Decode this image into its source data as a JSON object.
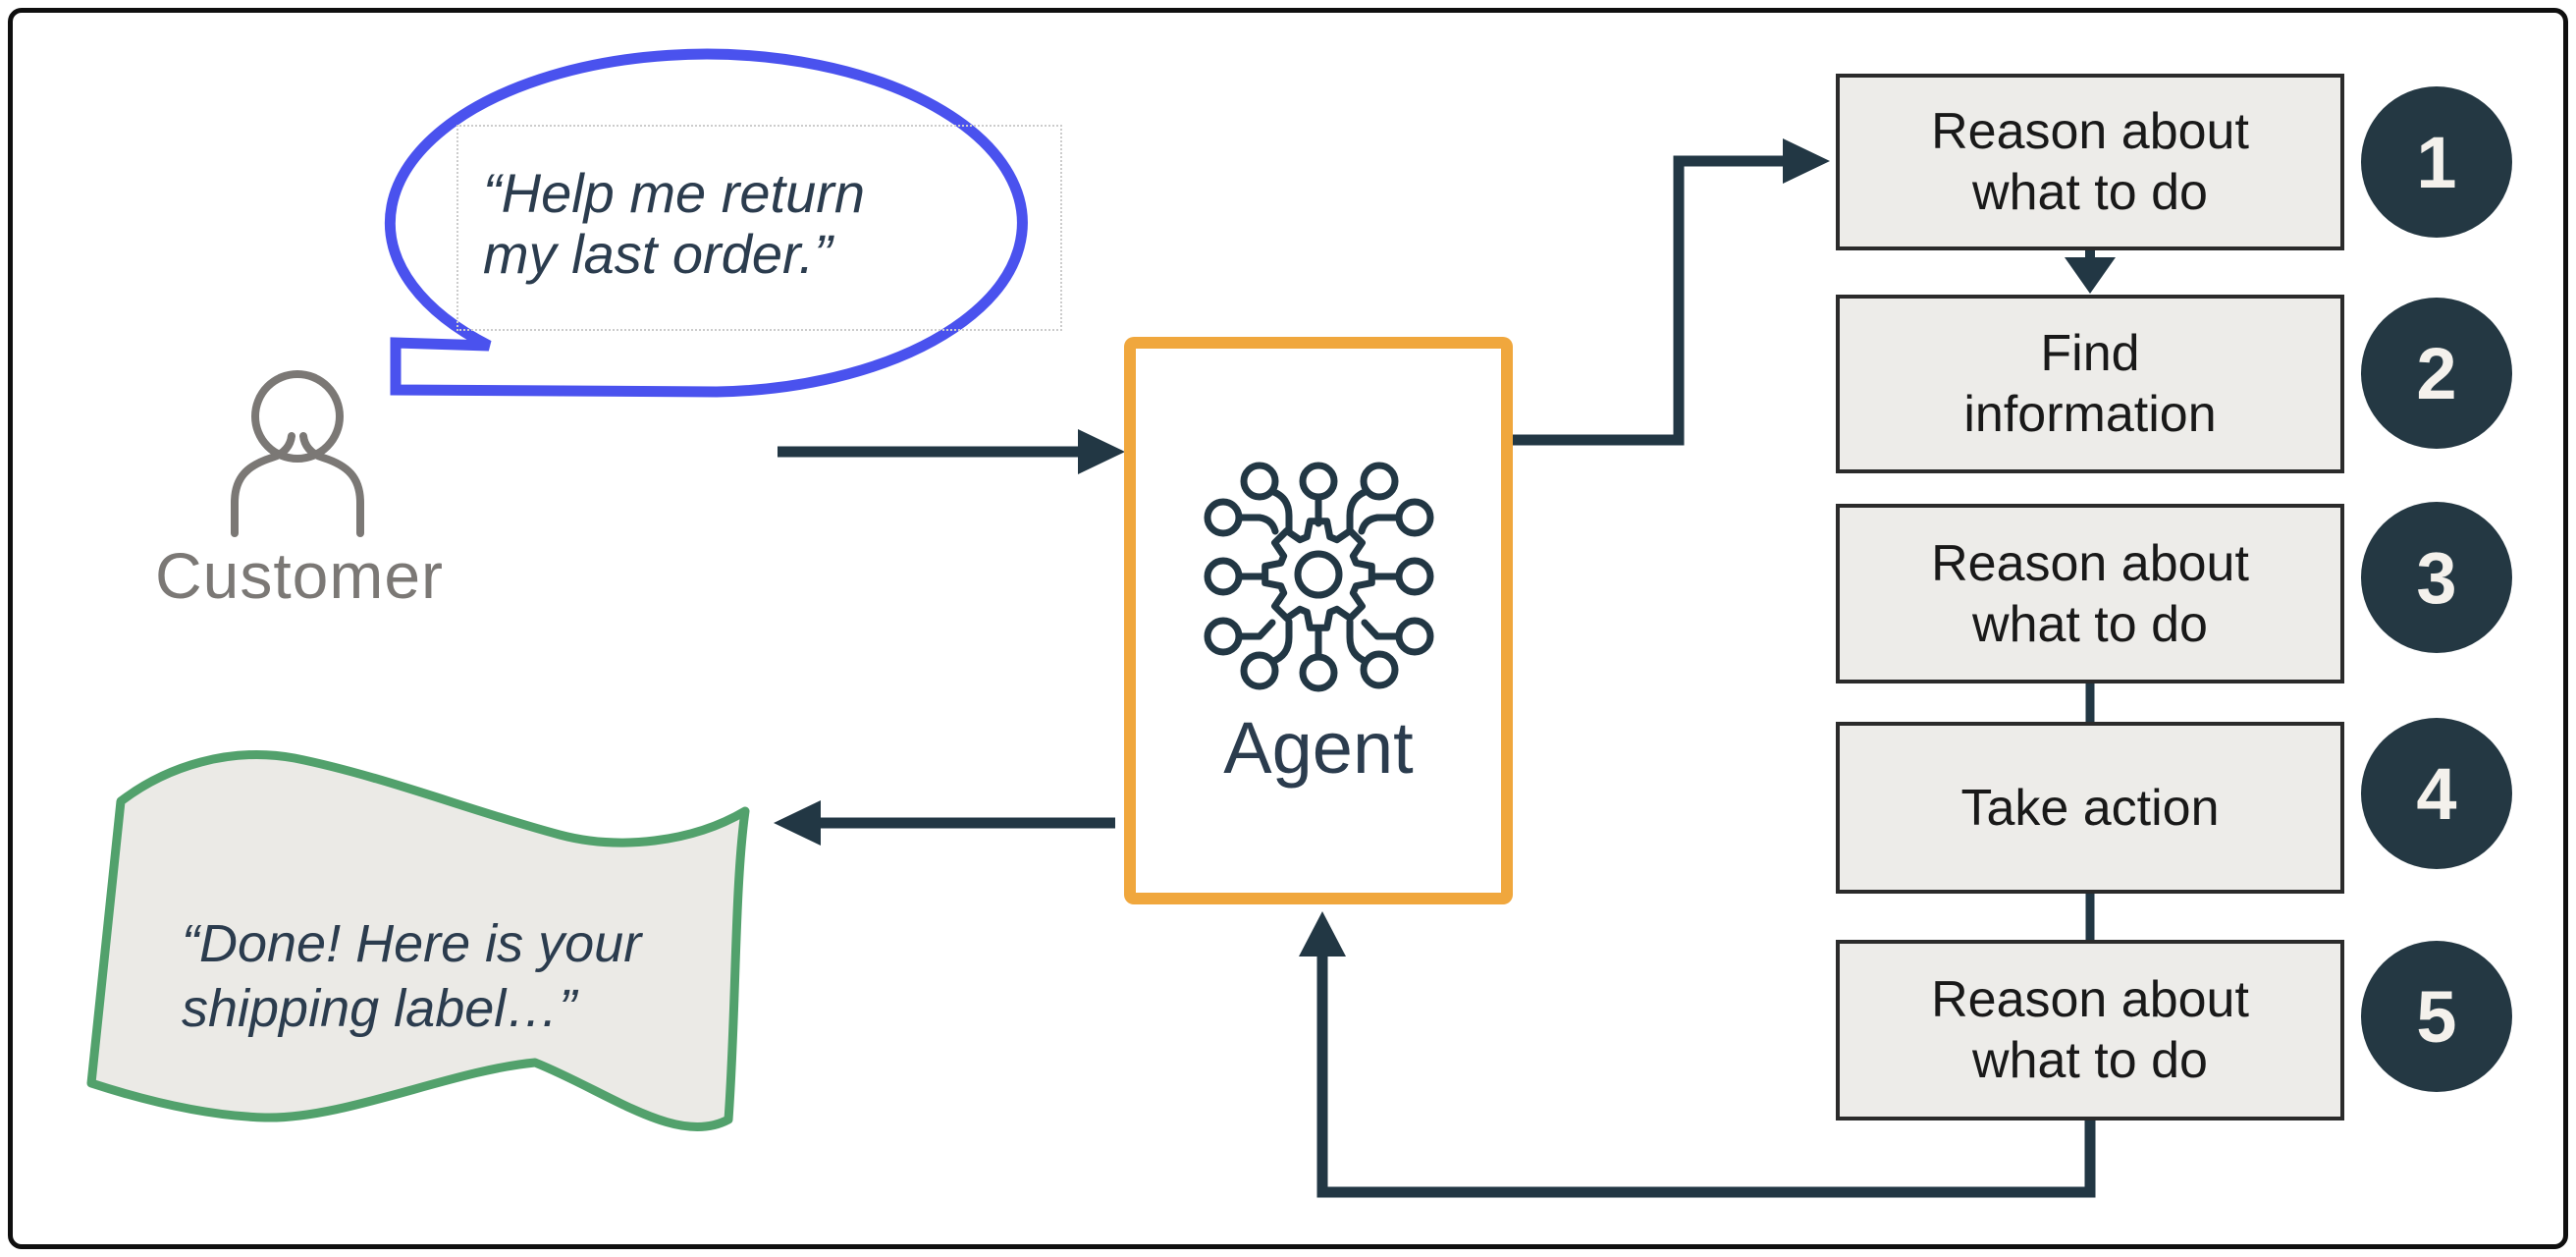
{
  "bubble": {
    "text": "“Help me return\nmy last order.”"
  },
  "customer": {
    "label": "Customer"
  },
  "agent": {
    "label": "Agent"
  },
  "flag": {
    "text": "“Done! Here is your\nshipping label…”"
  },
  "steps": {
    "items": [
      {
        "number": "1",
        "label": "Reason about\nwhat to do"
      },
      {
        "number": "2",
        "label": "Find\ninformation"
      },
      {
        "number": "3",
        "label": "Reason about\nwhat to do"
      },
      {
        "number": "4",
        "label": "Take action"
      },
      {
        "number": "5",
        "label": "Reason about\nwhat to do"
      }
    ]
  },
  "colors": {
    "navy": "#223744",
    "circle": "#243843",
    "ink": "#2B3C4E",
    "blue": "#4A52EE",
    "orange": "#F0A73D",
    "green": "#52A16C",
    "gray": "#7B7875",
    "boxFill": "#EDECE9",
    "flagFill": "#EBEAE6",
    "stepBorder": "#2B2B2B"
  }
}
